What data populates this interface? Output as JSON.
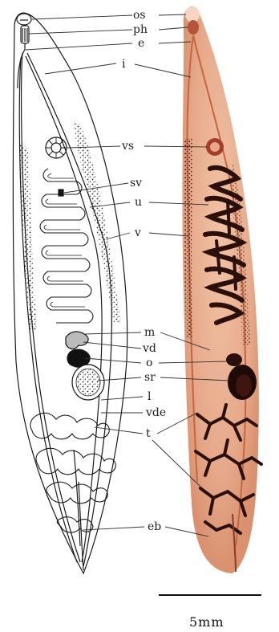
{
  "figure": {
    "labels": [
      {
        "id": "os",
        "text": "os"
      },
      {
        "id": "ph",
        "text": "ph"
      },
      {
        "id": "e",
        "text": "e"
      },
      {
        "id": "i",
        "text": "i"
      },
      {
        "id": "vs",
        "text": "vs"
      },
      {
        "id": "sv",
        "text": "sv"
      },
      {
        "id": "u",
        "text": "u"
      },
      {
        "id": "v",
        "text": "v"
      },
      {
        "id": "m",
        "text": "m"
      },
      {
        "id": "vd",
        "text": "vd"
      },
      {
        "id": "o",
        "text": "o"
      },
      {
        "id": "sr",
        "text": "sr"
      },
      {
        "id": "l",
        "text": "l"
      },
      {
        "id": "vde",
        "text": "vde"
      },
      {
        "id": "t",
        "text": "t"
      },
      {
        "id": "eb",
        "text": "eb"
      }
    ],
    "scale_bar": {
      "text": "5mm"
    },
    "colors": {
      "drawing_ink": "#1a1a1a",
      "specimen_body": "#e6a98a",
      "specimen_dark": "#3a1a14",
      "specimen_mid": "#c2673f",
      "vitellaria_dots": "#5a2a1f"
    }
  }
}
